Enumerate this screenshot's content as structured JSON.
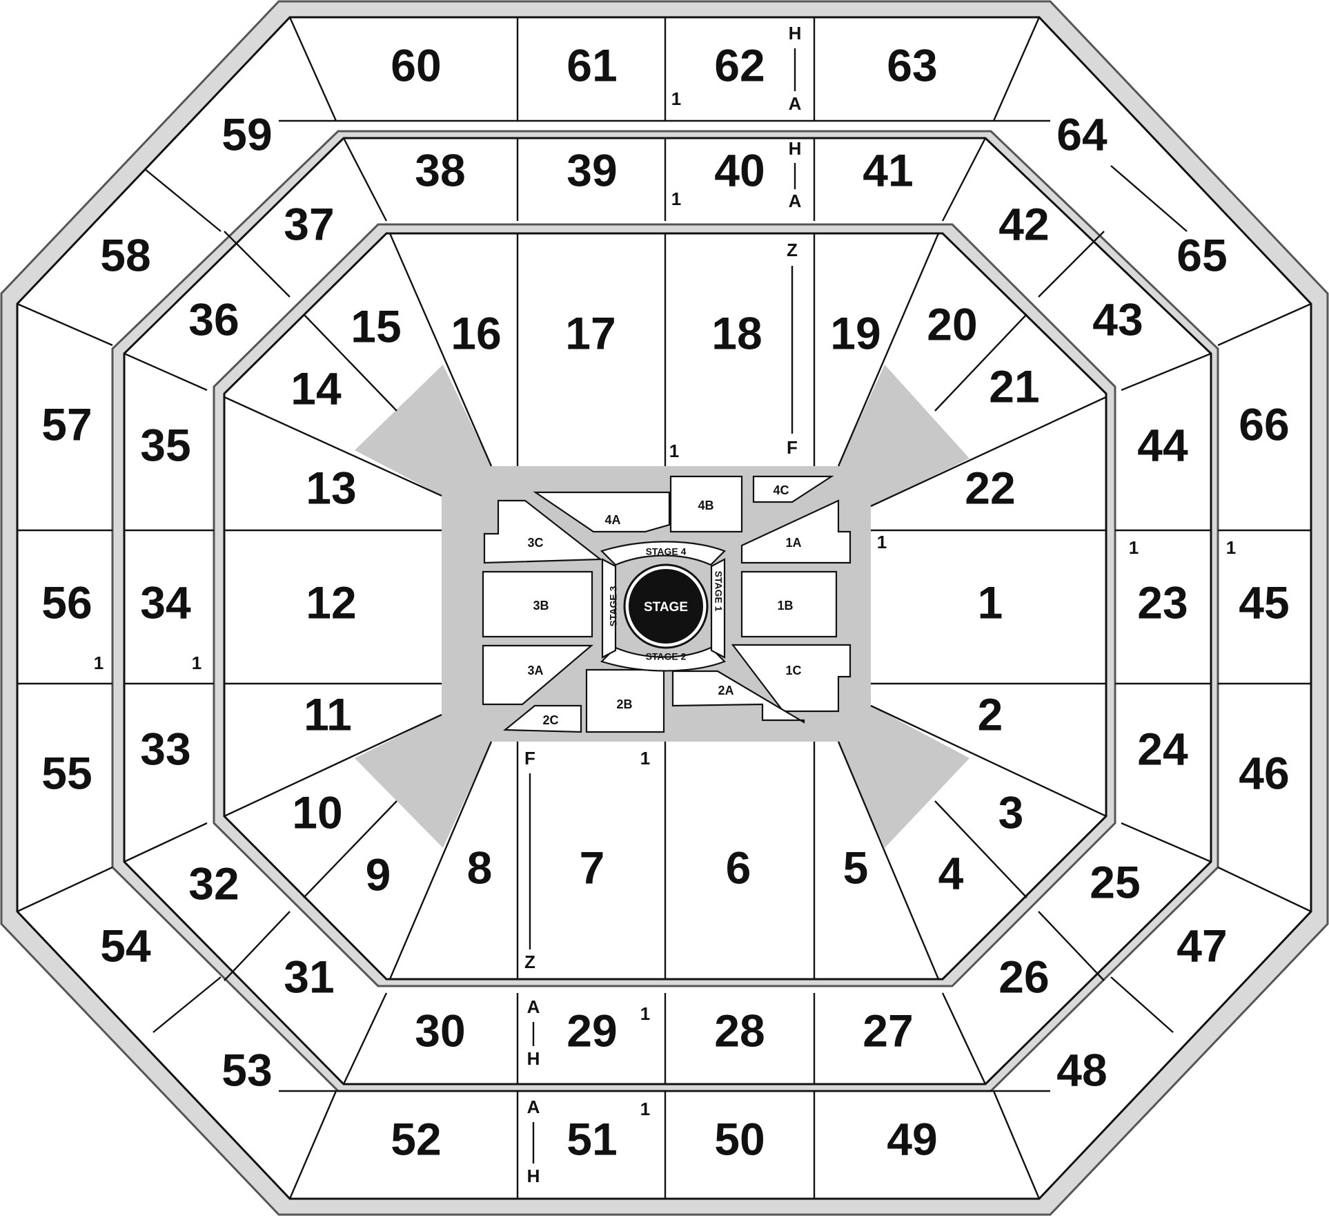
{
  "title": "",
  "stage_label": "STAGE",
  "stage_runways": [
    "STAGE 1",
    "STAGE 2",
    "STAGE 3",
    "STAGE 4"
  ],
  "floor_sections": [
    "1A",
    "1B",
    "1C",
    "2A",
    "2B",
    "2C",
    "3A",
    "3B",
    "3C",
    "4A",
    "4B",
    "4C"
  ],
  "sections": [
    "1",
    "2",
    "3",
    "4",
    "5",
    "6",
    "7",
    "8",
    "9",
    "10",
    "11",
    "12",
    "13",
    "14",
    "15",
    "16",
    "17",
    "18",
    "19",
    "20",
    "21",
    "22",
    "23",
    "24",
    "25",
    "26",
    "27",
    "28",
    "29",
    "30",
    "31",
    "32",
    "33",
    "34",
    "35",
    "36",
    "37",
    "38",
    "39",
    "40",
    "41",
    "42",
    "43",
    "44",
    "45",
    "46",
    "47",
    "48",
    "49",
    "50",
    "51",
    "52",
    "53",
    "54",
    "55",
    "56",
    "57",
    "58",
    "59",
    "60",
    "61",
    "62",
    "63",
    "64",
    "65",
    "66"
  ],
  "row_markers": {
    "one": "1",
    "row_a": "A",
    "row_h": "H",
    "row_f": "F",
    "row_z": "Z"
  },
  "colors": {
    "ring": "#d9d9d9",
    "floor": "#c8c8c8",
    "seat": "#ffffff",
    "stage": "#111111"
  }
}
